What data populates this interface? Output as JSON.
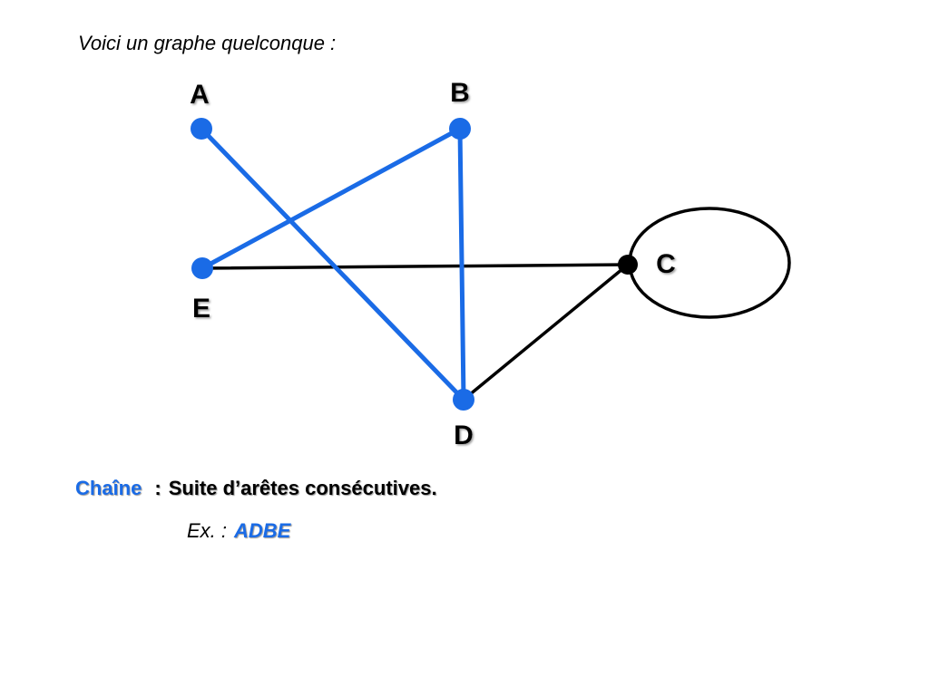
{
  "intro": "Voici un graphe quelconque :",
  "colors": {
    "highlight": "#1a6be6",
    "plain": "#000000"
  },
  "graph": {
    "vertices": [
      {
        "id": "A",
        "label": "A",
        "highlighted": true
      },
      {
        "id": "B",
        "label": "B",
        "highlighted": true
      },
      {
        "id": "C",
        "label": "C",
        "highlighted": false
      },
      {
        "id": "D",
        "label": "D",
        "highlighted": true
      },
      {
        "id": "E",
        "label": "E",
        "highlighted": true
      }
    ],
    "edges": [
      {
        "from": "A",
        "to": "D",
        "highlighted": true
      },
      {
        "from": "B",
        "to": "D",
        "highlighted": true
      },
      {
        "from": "B",
        "to": "E",
        "highlighted": true
      },
      {
        "from": "E",
        "to": "C",
        "highlighted": false
      },
      {
        "from": "D",
        "to": "C",
        "highlighted": false
      },
      {
        "from": "C",
        "to": "C",
        "highlighted": false,
        "loop": true
      }
    ]
  },
  "definition": {
    "term": "Chaîne",
    "separator": ":",
    "text": "Suite d’arêtes consécutives."
  },
  "example": {
    "label": "Ex. :",
    "value": "ADBE"
  }
}
